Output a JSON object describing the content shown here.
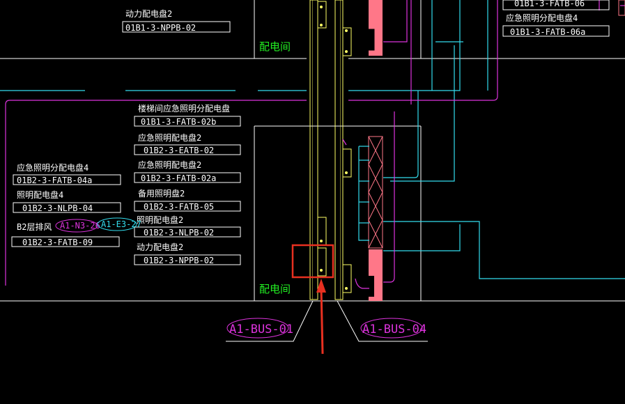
{
  "colors": {
    "background": "#000000",
    "wall": "#ffffff",
    "riser": "#ffff66",
    "cyan": "#33ddee",
    "magenta": "#dd33dd",
    "green": "#22ee22",
    "pink": "#ff7788",
    "highlight": "#e83020"
  },
  "rooms": {
    "top_label": "配电间",
    "bottom_label": "配电间"
  },
  "bus_tags": {
    "left": "A1-BUS-01",
    "right": "A1-BUS-04"
  },
  "panels_top": [
    {
      "name": "动力配电盘2",
      "code": "01B1-3-NPPB-02"
    }
  ],
  "panels_top_right": [
    {
      "name": "",
      "code": "01B1-3-FATB-06"
    },
    {
      "name": "应急照明分配电盘4",
      "code": "01B1-3-FATB-06a"
    }
  ],
  "panels_center": [
    {
      "name": "楼梯间应急照明分配电盘",
      "code": "01B1-3-FATB-02b"
    },
    {
      "name": "应急照明配电盘2",
      "code": "01B2-3-EATB-02"
    },
    {
      "name": "应急照明配电盘2",
      "code": "01B2-3-FATB-02a"
    },
    {
      "name": "备用照明盘2",
      "code": "01B2-3-FATB-05"
    },
    {
      "name": "照明配电盘2",
      "code": "01B2-3-NLPB-02"
    },
    {
      "name": "动力配电盘2",
      "code": "01B2-3-NPPB-02"
    }
  ],
  "panels_left": [
    {
      "name": "应急照明分配电盘4",
      "code": "01B2-3-FATB-04a"
    },
    {
      "name": "照明配电盘4",
      "code": "01B2-3-NLPB-04"
    },
    {
      "name": "B2层排风",
      "code": "01B2-3-FATB-09"
    }
  ],
  "fan_tags": {
    "magenta": "A1-N3-26",
    "cyan": "A1-E3-27"
  }
}
